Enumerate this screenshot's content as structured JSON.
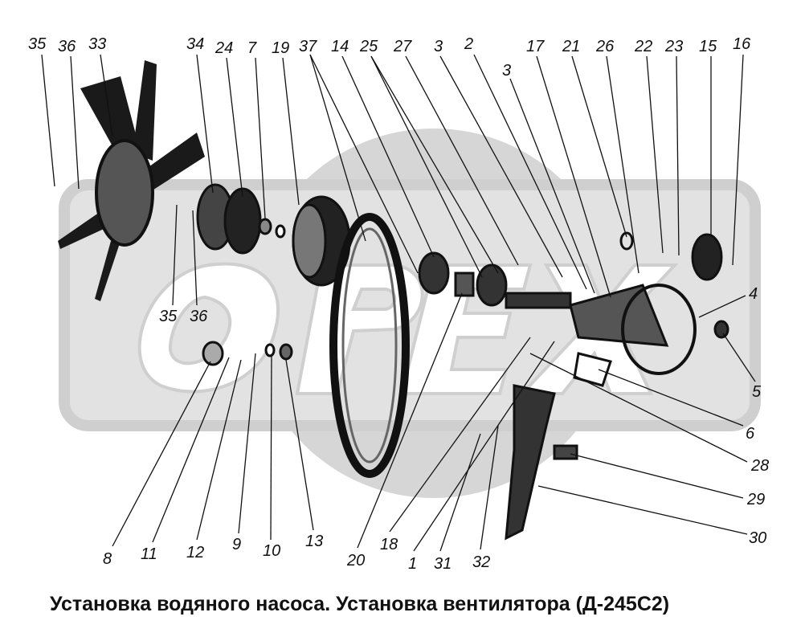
{
  "title": "Установка водяного насоса. Установка вентилятора (Д-245С2)",
  "watermark": "OPEX",
  "colors": {
    "watermark": "#d4d4d4",
    "parts": "#1a1a1a",
    "background": "#ffffff"
  },
  "labels": [
    "35",
    "36",
    "33",
    "34",
    "24",
    "7",
    "19",
    "37",
    "14",
    "25",
    "27",
    "3",
    "2",
    "17",
    "21",
    "26",
    "22",
    "23",
    "15",
    "16",
    "3",
    "4",
    "5",
    "6",
    "28",
    "29",
    "30",
    "35",
    "36",
    "8",
    "11",
    "12",
    "9",
    "10",
    "13",
    "20",
    "18",
    "1",
    "31",
    "32"
  ]
}
